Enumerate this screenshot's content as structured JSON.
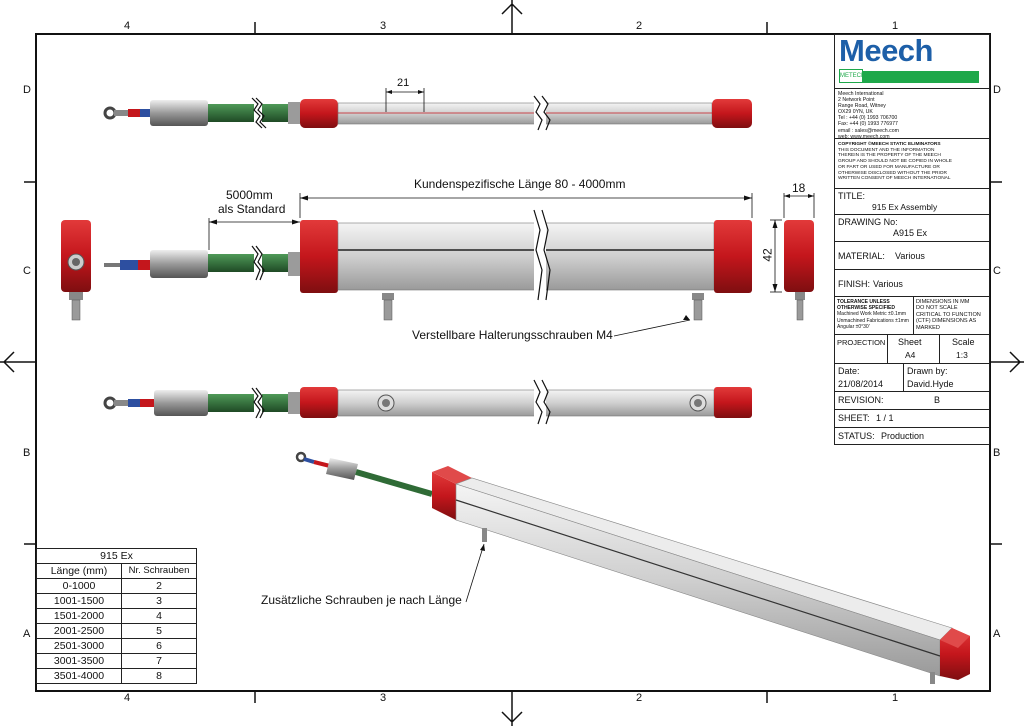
{
  "zones": {
    "cols": [
      "4",
      "3",
      "2",
      "1"
    ],
    "rows": [
      "D",
      "C",
      "B",
      "A"
    ]
  },
  "dimensions": {
    "pitch": "21",
    "custom_length": "Kundenspezifische Länge 80 - 4000mm",
    "cable_length": "5000mm",
    "cable_standard": "als Standard",
    "width": "18",
    "height": "42",
    "adjustable_screws": "Verstellbare Halterungsschrauben M4",
    "extra_screws": "Zusätzliche Schrauben je nach Länge"
  },
  "title_block": {
    "logo": "Meech",
    "logo_small": "METECH",
    "address": [
      "Meech International",
      "2 Network Point",
      "Range Road, Witney",
      "OX29 0YN, UK",
      "Tel : +44 (0) 1993 706700",
      "Fax: +44 (0) 1993 776977",
      "email : sales@meech.com",
      "web: www.meech.com"
    ],
    "copyright_head": "COPYRIGHT ©MEECH STATIC ELIMINATORS",
    "copyright_body": [
      "THIS DOCUMENT AND THE INFORMATION",
      "THEREIN IS THE PROPERTY OF THE MEECH",
      "GROUP AND SHOULD NOT BE COPIED IN WHOLE",
      "OR PART OR USED FOR MANUFACTURE OR",
      "OTHERWISE DISCLOSED WITHOUT THE PRIOR",
      "WRITTEN CONSENT OF MEECH INTERNATIONAL"
    ],
    "title_label": "TITLE:",
    "title_value": "915 Ex Assembly",
    "drawing_label": "DRAWING No:",
    "drawing_value": "A915 Ex",
    "material_label": "MATERIAL:",
    "material_value": "Various",
    "finish_label": "FINISH:",
    "finish_value": "Various",
    "tolerance": [
      "TOLERANCE UNLESS",
      "OTHERWISE SPECIFIED",
      "Machined Work Metric ±0.1mm",
      "Unmachined Fabrications ±1mm",
      "Angular ±0°30'"
    ],
    "notes": [
      "DIMENSIONS IN MM",
      "DO NOT SCALE",
      "CRITICAL TO FUNCTION",
      "(CTF) DIMENSIONS AS",
      "MARKED"
    ],
    "projection_label": "PROJECTION",
    "sheet_label": "Sheet",
    "sheet_value": "A4",
    "scale_label": "Scale",
    "scale_value": "1:3",
    "date_label": "Date:",
    "date_value": "21/08/2014",
    "drawn_label": "Drawn by:",
    "drawn_value": "David.Hyde",
    "revision_label": "REVISION:",
    "revision_value": "B",
    "sheet_count_label": "SHEET:",
    "sheet_count_value": "1 / 1",
    "status_label": "STATUS:",
    "status_value": "Production"
  },
  "schedule": {
    "title": "915 Ex",
    "headers": [
      "Länge (mm)",
      "Nr. Schrauben"
    ],
    "rows": [
      [
        "0-1000",
        "2"
      ],
      [
        "1001-1500",
        "3"
      ],
      [
        "1501-2000",
        "4"
      ],
      [
        "2001-2500",
        "5"
      ],
      [
        "2501-3000",
        "6"
      ],
      [
        "3001-3500",
        "7"
      ],
      [
        "3501-4000",
        "8"
      ]
    ]
  },
  "colors": {
    "cap_red": "#c4161c",
    "cable_green": "#2f6b36",
    "bar_grey": "#d8d8d8",
    "logo_blue": "#1d5fa8",
    "logo_green": "#1ea84a"
  }
}
